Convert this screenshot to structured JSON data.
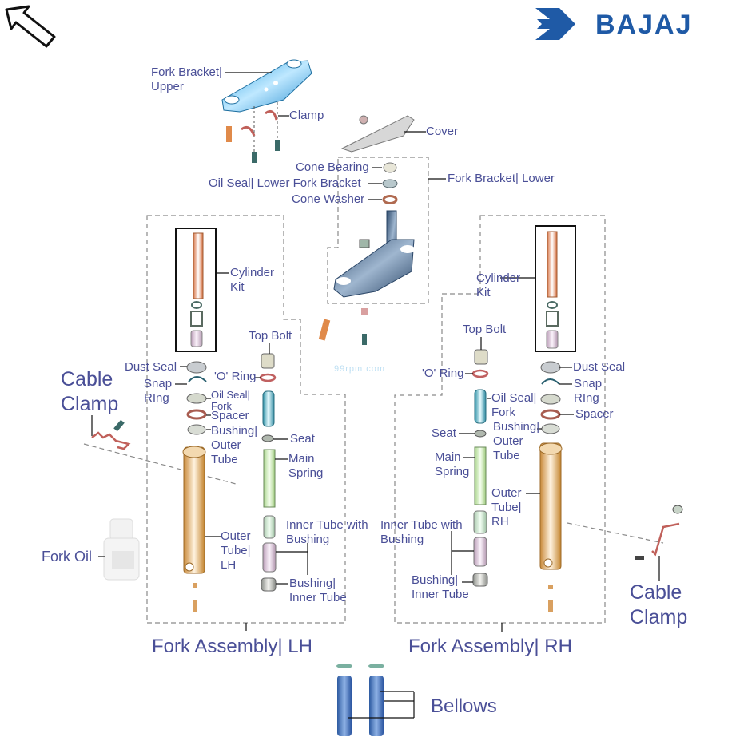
{
  "brand": {
    "name": "BAJAJ",
    "color": "#1f5aa6",
    "direction_badge": "FWD",
    "watermark": "99rpm.com"
  },
  "colors": {
    "label_text": "#4a4f97",
    "bracket_upper": "#45b3e6",
    "bracket_lower": "#3a5878",
    "outer_tube": "#d9a24e",
    "clamp_wire": "#c0605a",
    "bellows": "#4070b8",
    "dashed_box": "#8a8a8a"
  },
  "labels": {
    "fork_bracket_upper": [
      "Fork Bracket|",
      "Upper"
    ],
    "clamp": "Clamp",
    "cover": "Cover",
    "cone_bearing": "Cone Bearing",
    "oil_seal_lower_fork_bracket": "Oil Seal| Lower Fork Bracket",
    "cone_washer": "Cone Washer",
    "fork_bracket_lower": "Fork Bracket| Lower",
    "lh": {
      "cylinder_kit": [
        "Cylinder",
        "Kit"
      ],
      "top_bolt": "Top Bolt",
      "dust_seal": "Dust Seal",
      "o_ring": "'O' Ring",
      "snap_ring": [
        "Snap",
        "RIng"
      ],
      "oil_seal_fork": [
        "Oil Seal|",
        "Fork"
      ],
      "spacer": "Spacer",
      "bushing_outer_tube": [
        "Bushing|",
        "Outer",
        "Tube"
      ],
      "seat": "Seat",
      "main_spring": [
        "Main",
        "Spring"
      ],
      "outer_tube": [
        "Outer",
        "Tube|",
        "LH"
      ],
      "inner_tube_with_bushing": [
        "Inner Tube with",
        "Bushing"
      ],
      "bushing_inner_tube": [
        "Bushing|",
        "Inner Tube"
      ],
      "assembly": "Fork Assembly| LH"
    },
    "rh": {
      "cylinder_kit": [
        "Cylinder",
        "Kit"
      ],
      "top_bolt": "Top Bolt",
      "o_ring": "'O' Ring",
      "dust_seal": "Dust Seal",
      "snap_ring": [
        "Snap",
        "RIng"
      ],
      "oil_seal_fork": [
        "Oil Seal|",
        "Fork"
      ],
      "spacer": "Spacer",
      "seat": "Seat",
      "bushing_outer_tube": [
        "Bushing|",
        "Outer",
        "Tube"
      ],
      "main_spring": [
        "Main",
        "Spring"
      ],
      "outer_tube": [
        "Outer",
        "Tube|",
        "RH"
      ],
      "inner_tube_with_bushing": [
        "Inner Tube with",
        "Bushing"
      ],
      "bushing_inner_tube": [
        "Bushing|",
        "Inner Tube"
      ],
      "assembly": "Fork Assembly| RH"
    },
    "cable_clamp_left": [
      "Cable",
      "Clamp"
    ],
    "cable_clamp_right": [
      "Cable",
      "Clamp"
    ],
    "fork_oil": "Fork Oil",
    "bellows": "Bellows"
  }
}
